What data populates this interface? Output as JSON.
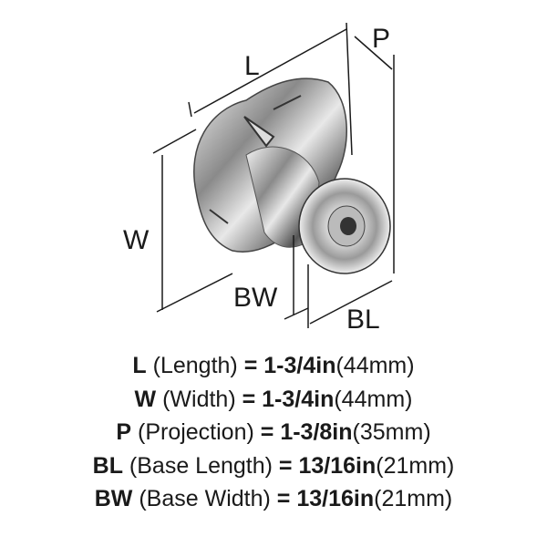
{
  "dimension_labels": {
    "L": "L",
    "W": "W",
    "P": "P",
    "BL": "BL",
    "BW": "BW"
  },
  "specs": [
    {
      "code": "L",
      "name": "(Length)",
      "eq": "= 1-3/4in",
      "metric": "(44mm)"
    },
    {
      "code": "W",
      "name": "(Width)",
      "eq": "= 1-3/4in",
      "metric": "(44mm)"
    },
    {
      "code": "P",
      "name": "(Projection)",
      "eq": "= 1-3/8in",
      "metric": "(35mm)"
    },
    {
      "code": "BL",
      "name": "(Base Length)",
      "eq": "= 13/16in",
      "metric": "(21mm)"
    },
    {
      "code": "BW",
      "name": "(Base Width)",
      "eq": "= 13/16in",
      "metric": "(21mm)"
    }
  ]
}
